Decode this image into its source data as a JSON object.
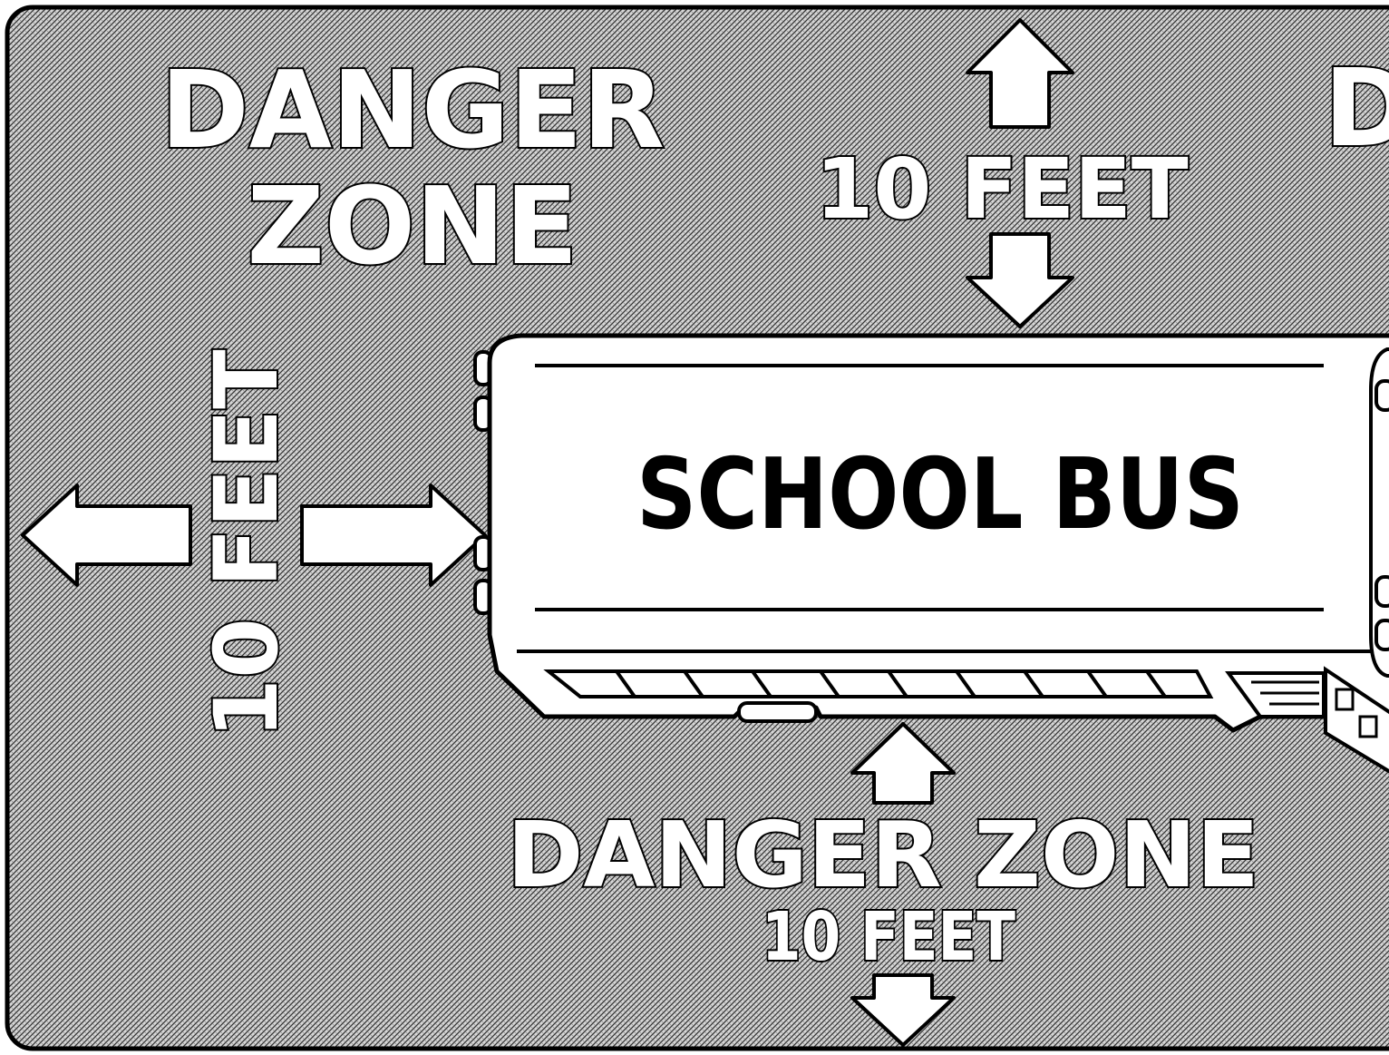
{
  "colors": {
    "background_pattern": "#9a9a9a",
    "ink": "#000000",
    "paper": "#ffffff"
  },
  "labels": {
    "danger_zone_top_left_line1": "DANGER",
    "danger_zone_top_left_line2": "ZONE",
    "danger_zone_top_right_partial": "D",
    "ten_feet_top": "10 FEET",
    "ten_feet_left": "10 FEET",
    "bus_label": "SCHOOL BUS",
    "danger_zone_bottom": "DANGER ZONE",
    "ten_feet_bottom": "10 FEET"
  },
  "icons": {
    "arrow_up_top": "arrow-up-icon",
    "arrow_down_top": "arrow-down-icon",
    "arrow_left": "arrow-left-icon",
    "arrow_right": "arrow-right-icon",
    "arrow_up_bottom": "arrow-up-icon",
    "arrow_down_bottom": "arrow-down-icon",
    "bus": "school-bus-icon"
  }
}
